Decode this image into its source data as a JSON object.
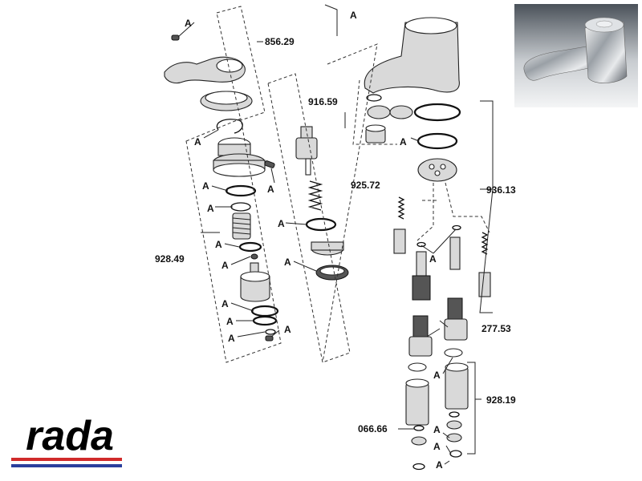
{
  "diagram": {
    "marker": "A",
    "parts": {
      "p85629": "856.29",
      "p91659": "916.59",
      "p92572": "925.72",
      "p93613": "936.13",
      "p92849": "928.49",
      "p27753": "277.53",
      "p92819": "928.19",
      "p06666": "066.66"
    }
  },
  "photo": {
    "icon": "tap-photo-icon"
  },
  "brand": {
    "logo_text": "rada",
    "colors": {
      "logo": "#000000",
      "stripe_red": "#d02a2a",
      "stripe_blue": "#2a3f9d"
    }
  }
}
